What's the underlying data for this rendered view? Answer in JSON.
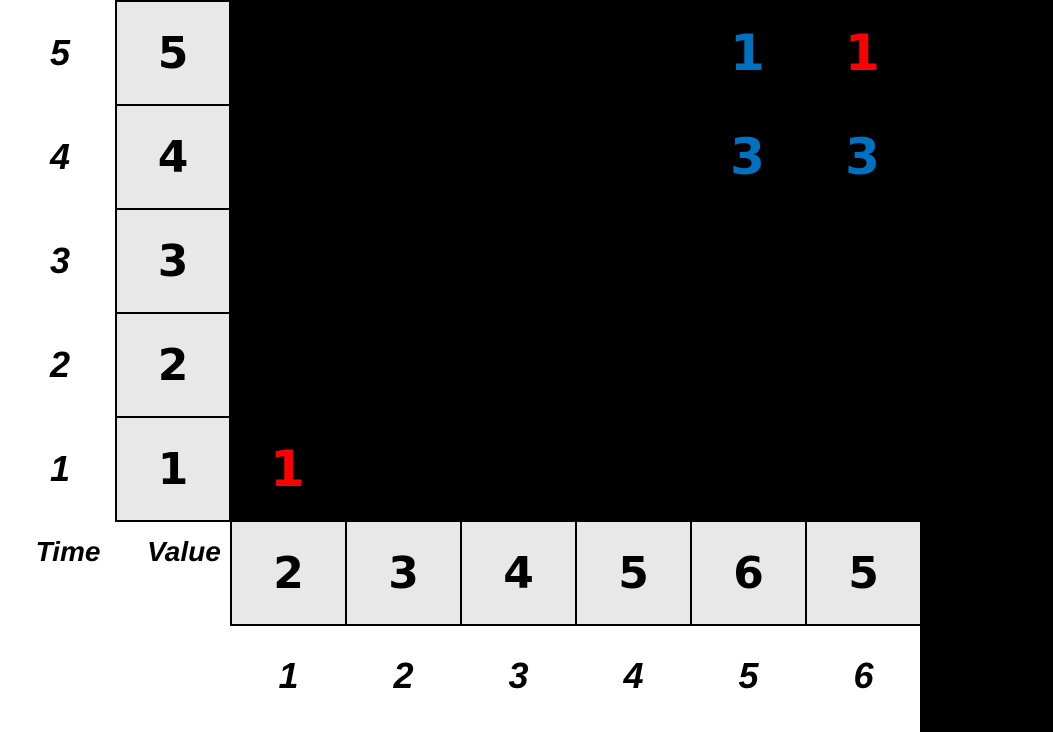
{
  "palette": {
    "background": "#ffffff",
    "matrix_bg": "#000000",
    "cell_bg": "#e8e8e8",
    "cell_border": "#000000",
    "red": "#ff0000",
    "blue": "#0070c0"
  },
  "left_axis": {
    "title": "Time",
    "tick_labels": [
      "5",
      "4",
      "3",
      "2",
      "1"
    ]
  },
  "value_column": {
    "title": "Value",
    "cells": [
      "5",
      "4",
      "3",
      "2",
      "1"
    ]
  },
  "bottom_series": {
    "cells": [
      "2",
      "3",
      "4",
      "5",
      "6",
      "5"
    ],
    "tick_labels": [
      "1",
      "2",
      "3",
      "4",
      "5",
      "6"
    ]
  },
  "matrix": {
    "entries": [
      {
        "row": "5",
        "col": "5",
        "value": "1",
        "color": "#0070c0"
      },
      {
        "row": "5",
        "col": "6",
        "value": "1",
        "color": "#ff0000"
      },
      {
        "row": "4",
        "col": "5",
        "value": "3",
        "color": "#0070c0"
      },
      {
        "row": "4",
        "col": "6",
        "value": "3",
        "color": "#0070c0"
      },
      {
        "row": "1",
        "col": "1",
        "value": "1",
        "color": "#ff0000"
      }
    ]
  }
}
